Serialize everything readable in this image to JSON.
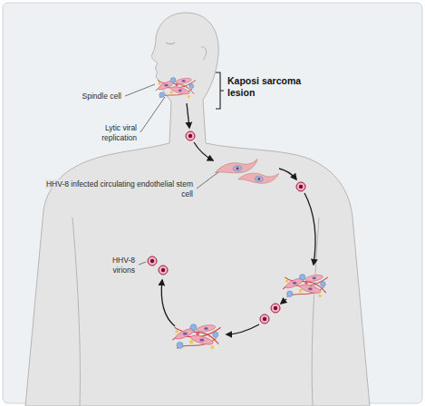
{
  "diagram": {
    "labels": [
      "Kaposi sarcoma lesion",
      "Spindle cell",
      "Lytic viral replication",
      "HHV-8 infected circulating endothelial stem cell",
      "HHV-8 virions"
    ]
  }
}
